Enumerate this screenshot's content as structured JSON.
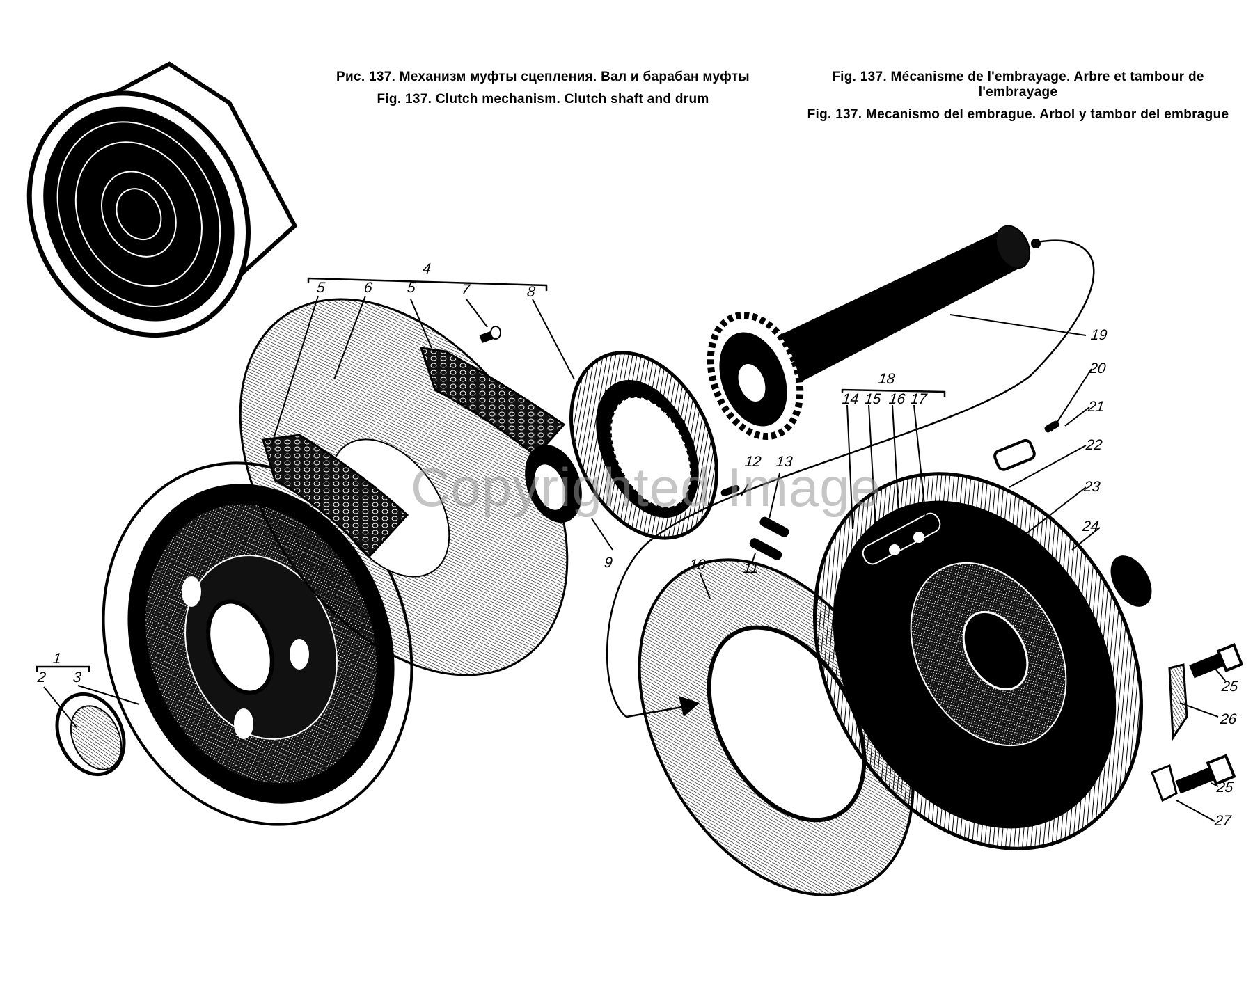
{
  "figure": {
    "number": "137",
    "captions": {
      "ru": "Рис. 137. Механизм муфты сцепления. Вал и барабан муфты",
      "en": "Fig. 137. Clutch mechanism. Clutch shaft and drum",
      "fr": "Fig. 137. Mécanisme de l'embrayage. Arbre et tambour de l'embrayage",
      "es": "Fig. 137. Mecanismo del embrague. Arbol y tambor del embrague"
    }
  },
  "watermark": "Copyrighted Image",
  "callouts": {
    "c1": "1",
    "c2": "2",
    "c3": "3",
    "c4": "4",
    "c5a": "5",
    "c6": "6",
    "c5b": "5",
    "c7": "7",
    "c8": "8",
    "c9": "9",
    "c10": "10",
    "c11": "11",
    "c12": "12",
    "c13": "13",
    "c14": "14",
    "c15": "15",
    "c16": "16",
    "c17": "17",
    "c18": "18",
    "c19": "19",
    "c20": "20",
    "c21": "21",
    "c22": "22",
    "c23": "23",
    "c24": "24",
    "c25a": "25",
    "c26": "26",
    "c25b": "25",
    "c27": "27"
  },
  "groups": [
    {
      "label": "1",
      "members": [
        "2",
        "3"
      ]
    },
    {
      "label": "4",
      "members": [
        "5",
        "6",
        "5",
        "7",
        "8"
      ]
    },
    {
      "label": "18",
      "members": [
        "14",
        "15",
        "16",
        "17"
      ]
    }
  ]
}
